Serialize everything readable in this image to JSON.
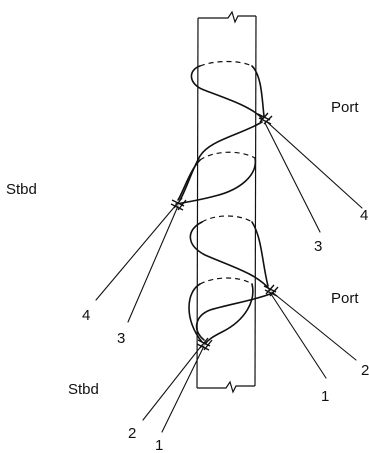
{
  "labels": {
    "stbd_upper": "Stbd",
    "stbd_lower": "Stbd",
    "port_upper": "Port",
    "port_lower": "Port",
    "left_upper_4": "4",
    "left_upper_3": "3",
    "right_upper_4": "4",
    "right_upper_3": "3",
    "right_lower_2": "2",
    "right_lower_1": "1",
    "left_lower_2": "2",
    "left_lower_1": "1"
  }
}
